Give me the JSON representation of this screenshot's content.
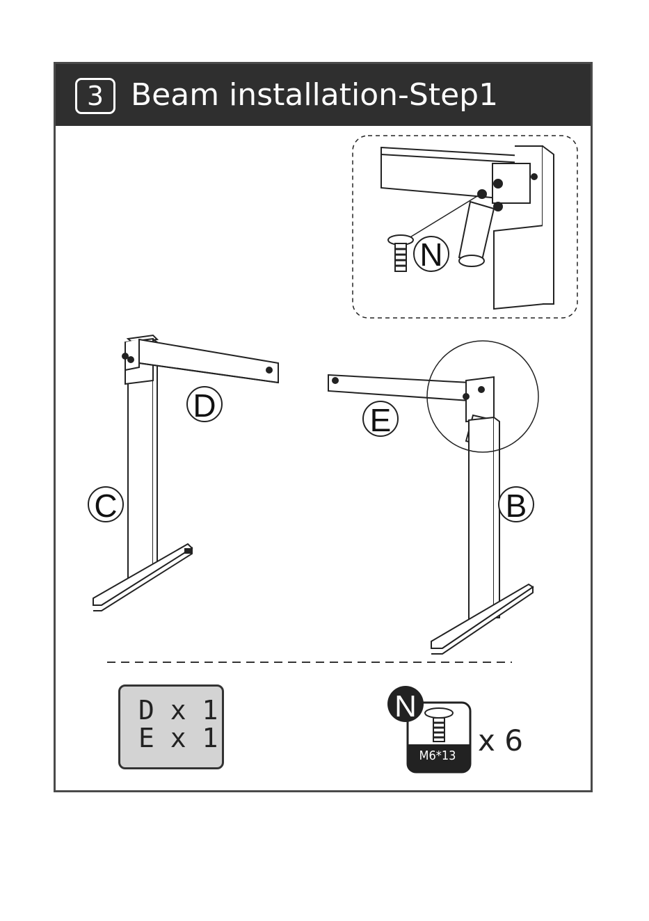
{
  "step": {
    "number": "3",
    "title": "Beam installation-Step1"
  },
  "labels": {
    "detail_part": "N",
    "beam_left": "D",
    "beam_right": "E",
    "leg_left": "C",
    "leg_right": "B"
  },
  "parts": {
    "line1": "D x 1",
    "line2": "E x 1"
  },
  "screw": {
    "label": "N",
    "size": "M6*13",
    "quantity": "x 6"
  },
  "colors": {
    "header": "#2f2f2f",
    "line": "#222222",
    "parts_box": "#d3d3d3"
  }
}
